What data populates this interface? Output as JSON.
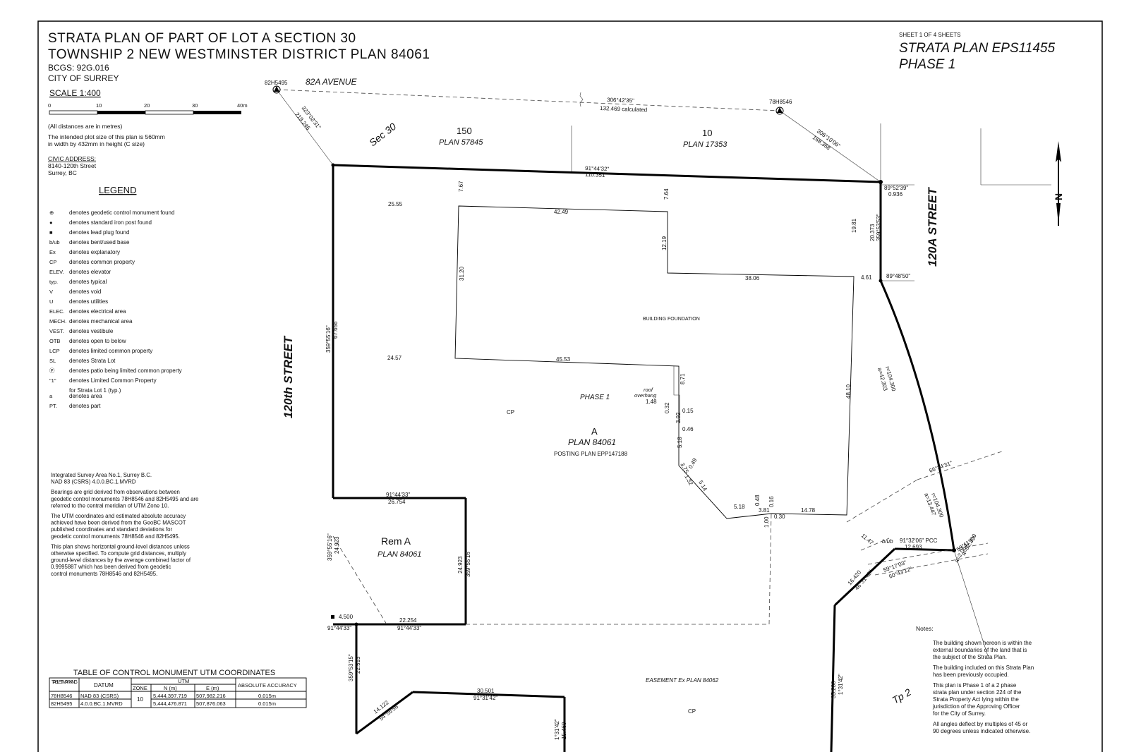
{
  "header": {
    "title_line1": "STRATA PLAN OF PART OF LOT A SECTION 30",
    "title_line2": "TOWNSHIP 2 NEW WESTMINSTER DISTRICT PLAN 84061",
    "bcgs": "BCGS:  92G.016",
    "city": "CITY OF SURREY",
    "scale_label": "SCALE   1:400",
    "scale_ticks": [
      "0",
      "10",
      "20",
      "30",
      "40m"
    ],
    "distance_note": "(All distances are in metres)",
    "plot_note1": "The intended plot size of this plan is 560mm",
    "plot_note2": "in width by 432mm in height (C size)",
    "civic_heading": "CIVIC ADDRESS:",
    "civic_line1": "8140-120th Street",
    "civic_line2": "Surrey, BC",
    "sheet_label": "SHEET 1 OF 4 SHEETS",
    "plan_number": "STRATA PLAN EPS11455",
    "phase": "PHASE 1"
  },
  "legend": {
    "heading": "LEGEND",
    "items": [
      {
        "symbol": "⊕",
        "text": "denotes geodetic control monument found"
      },
      {
        "symbol": "●",
        "text": "denotes standard iron post found"
      },
      {
        "symbol": "■",
        "text": "denotes lead plug found"
      },
      {
        "symbol": "b/ub",
        "text": "denotes bent/used base"
      },
      {
        "symbol": "Ex",
        "text": "denotes explanatory"
      },
      {
        "symbol": "CP",
        "text": "denotes common property"
      },
      {
        "symbol": "ELEV.",
        "text": "denotes elevator"
      },
      {
        "symbol": "typ.",
        "text": "denotes typical"
      },
      {
        "symbol": "V",
        "text": "denotes void"
      },
      {
        "symbol": "U",
        "text": "denotes utilities"
      },
      {
        "symbol": "ELEC.",
        "text": "denotes electrical area"
      },
      {
        "symbol": "MECH.",
        "text": "denotes mechanical area"
      },
      {
        "symbol": "VEST.",
        "text": "denotes vestibule"
      },
      {
        "symbol": "OTB",
        "text": "denotes open to below"
      },
      {
        "symbol": "LCP",
        "text": "denotes limited common property"
      },
      {
        "symbol": "SL",
        "text": "denotes Strata Lot"
      },
      {
        "symbol": "Ⓟ",
        "text": "denotes patio being limited common property"
      },
      {
        "symbol": "\"1\"",
        "text": "denotes Limited Common Property"
      },
      {
        "symbol": "",
        "text": "for Strata Lot 1 (typ.)"
      },
      {
        "symbol": "a",
        "text": "denotes area"
      },
      {
        "symbol": "PT.",
        "text": "denotes part"
      }
    ]
  },
  "survey_notes": [
    "Integrated Survey Area No.1, Surrey B.C.",
    "NAD 83 (CSRS) 4.0.0.BC.1.MVRD",
    "",
    "Bearings are grid derived from observations between",
    "geodetic control monuments 78H8546 and 82H5495 and are",
    "referred to the central meridian of UTM Zone 10.",
    "",
    "The UTM coordinates and estimated absolute accuracy",
    "achieved have been derived from the GeoBC MASCOT",
    "published coordinates and standard deviations for",
    "geodetic control monuments 78H8546 and 82H5495.",
    "",
    "This plan shows horizontal ground-level distances unless",
    "otherwise specified. To compute grid distances, multiply",
    "ground-level distances by the average combined factor of",
    "0.9995887 which has been derived from geodetic",
    "control monuments 78H8546 and 82H5495."
  ],
  "utm_table": {
    "title": "TABLE OF CONTROL MONUMENT UTM COORDINATES",
    "h_tablet": "TABLET MARKING",
    "h_datum": "DATUM",
    "h_utm": "UTM",
    "h_zone": "ZONE",
    "h_n": "N (m)",
    "h_e": "E (m)",
    "h_acc": "ABSOLUTE ACCURACY",
    "zone_value": "10",
    "rows": [
      {
        "tablet": "78H8546",
        "datum": "NAD 83 (CSRS)",
        "n": "5,444,397.719",
        "e": "507,982.216",
        "acc": "0.015m"
      },
      {
        "tablet": "82H5495",
        "datum": "4.0.0.BC.1.MVRD",
        "n": "5,444,476.871",
        "e": "507,876.063",
        "acc": "0.015m"
      }
    ]
  },
  "notes_box": {
    "heading": "Notes:",
    "lines": [
      "The building shown hereon is within the",
      "external boundaries of the land that is",
      "the subject of the Strata Plan.",
      "",
      "The building included on this Strata Plan",
      "has been previously occupied.",
      "",
      "This plan is Phase 1 of a 2 phase",
      "strata plan under section 224 of the",
      "Strata Property Act lying within the",
      "jurisdiction of the Approving Officer",
      "for the City of Surrey.",
      "",
      "All angles deflect by multiples of 45 or",
      "90 degrees unless indicated otherwise."
    ]
  },
  "plan_labels": {
    "street_82a": "82A AVENUE",
    "street_120th": "120th STREET",
    "street_120a": "120A STREET",
    "mon_82h": "82H5495",
    "mon_78h": "78H8546",
    "sec30": "Sec 30",
    "lot150": "150",
    "plan57845": "PLAN 57845",
    "lot10": "10",
    "plan17353": "PLAN 17353",
    "bldg_found": "BUILDING FOUNDATION",
    "phase1": "PHASE 1",
    "cp1": "CP",
    "cp2": "CP",
    "lotA": "A",
    "plan84061": "PLAN 84061",
    "posting": "POSTING PLAN EPP147188",
    "remA": "Rem A",
    "remA_plan": "PLAN 84061",
    "easement": "EASEMENT Ex PLAN 84062",
    "tp2": "Tp 2",
    "roof": "roof",
    "overhang": "overhang",
    "north": "N",
    "bub": "b/ub",
    "pcc": "91°32'06\" PCC",
    "pcc_dist": "12.693"
  },
  "dimensions": {
    "d1": "306°42'35\"",
    "d2": "132.469 calculated",
    "d3": "323°02'31\"",
    "d4": "219.246",
    "d5": "306°10'06\"",
    "d6": "168.368",
    "d7": "91°44'32\"",
    "d8": "110.351",
    "d9": "89°52'39\"",
    "d10": "0.936",
    "d11": "359°53'53\"",
    "d12": "20.373",
    "d13": "19.81",
    "d14": "4.61",
    "d15": "89°48'50\"",
    "d16": "359°55'16\"",
    "d17": "67.656",
    "d18": "25.55",
    "d19": "7.67",
    "d20": "7.64",
    "d21": "42.49",
    "d22": "12.19",
    "d23": "38.06",
    "d24": "31.20",
    "d25": "24.57",
    "d26": "45.53",
    "d27": "8.71",
    "d28": "48.10",
    "d29": "1.48",
    "d30": "0.32",
    "d31": "0.15",
    "d32": "3.92",
    "d33": "0.46",
    "d34": "5.18",
    "d35": "3.75",
    "d36": "0.49",
    "d37": "5.14",
    "d38": "1.32",
    "d39": "5.18",
    "d40": "0.48",
    "d41": "3.81",
    "d42": "0.16",
    "d43": "1.00",
    "d44": "0.30",
    "d45": "14.78",
    "d46": "r=104.300",
    "d47": "a=42.303",
    "d48": "66°34'31\"",
    "d49": "r=104.300",
    "d50": "a=13.447",
    "d51": "59°11'17\"",
    "d52": "a=82.360",
    "d53": "a=2.064",
    "d54": "11.47",
    "d55": "59°17'03\"",
    "d56": "60°43'12\"",
    "d57": "16.420",
    "d58": "46°31'42\"",
    "d59": "91°44'33\"",
    "d60": "26.754",
    "d61": "359°55'16\"",
    "d62": "24.923",
    "d63": "24.923",
    "d64": "359°55'16\"",
    "d65": "4.500",
    "d66": "91°44'33\"",
    "d67": "22.254",
    "d68": "91°44'33\"",
    "d69": "359°53'15\"",
    "d70": "22.513",
    "d71": "30.501",
    "d72": "91°31'42\"",
    "d73": "14.122",
    "d74": "54°55'56\"",
    "d75": "1°31'42\"",
    "d76": "15.460",
    "d77": "35.286",
    "d78": "1°31'42\""
  }
}
